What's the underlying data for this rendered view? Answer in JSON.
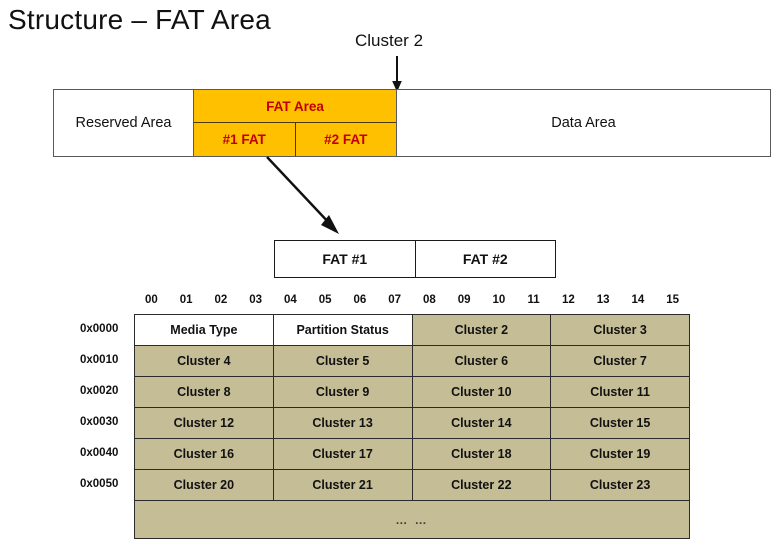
{
  "slide": {
    "title": "Structure – FAT Area"
  },
  "callout": {
    "cluster2_label": "Cluster 2"
  },
  "structure_bar": {
    "reserved_label": "Reserved Area",
    "fat_area_label": "FAT Area",
    "fat1_label": "#1 FAT",
    "fat2_label": "#2 FAT",
    "data_area_label": "Data Area",
    "colors": {
      "fat_fill": "#FFC000",
      "fat_text": "#C00000",
      "border": "#595959",
      "plain_fill": "#FFFFFF"
    }
  },
  "fat_pair": {
    "fat1_label": "FAT #1",
    "fat2_label": "FAT #2"
  },
  "offset_table": {
    "column_headers": [
      "00",
      "01",
      "02",
      "03",
      "04",
      "05",
      "06",
      "07",
      "08",
      "09",
      "10",
      "11",
      "12",
      "13",
      "14",
      "15"
    ],
    "row_offsets": [
      "0x0000",
      "0x0010",
      "0x0020",
      "0x0030",
      "0x0040",
      "0x0050"
    ],
    "rows": [
      {
        "offset": "0x0000",
        "cells": [
          {
            "text": "Media Type",
            "fill": "white"
          },
          {
            "text": "Partition Status",
            "fill": "white"
          },
          {
            "text": "Cluster 2",
            "fill": "tan"
          },
          {
            "text": "Cluster 3",
            "fill": "tan"
          }
        ]
      },
      {
        "offset": "0x0010",
        "cells": [
          {
            "text": "Cluster 4",
            "fill": "tan"
          },
          {
            "text": "Cluster 5",
            "fill": "tan"
          },
          {
            "text": "Cluster 6",
            "fill": "tan"
          },
          {
            "text": "Cluster 7",
            "fill": "tan"
          }
        ]
      },
      {
        "offset": "0x0020",
        "cells": [
          {
            "text": "Cluster 8",
            "fill": "tan"
          },
          {
            "text": "Cluster 9",
            "fill": "tan"
          },
          {
            "text": "Cluster 10",
            "fill": "tan"
          },
          {
            "text": "Cluster 11",
            "fill": "tan"
          }
        ]
      },
      {
        "offset": "0x0030",
        "cells": [
          {
            "text": "Cluster 12",
            "fill": "tan"
          },
          {
            "text": "Cluster 13",
            "fill": "tan"
          },
          {
            "text": "Cluster 14",
            "fill": "tan"
          },
          {
            "text": "Cluster 15",
            "fill": "tan"
          }
        ]
      },
      {
        "offset": "0x0040",
        "cells": [
          {
            "text": "Cluster 16",
            "fill": "tan"
          },
          {
            "text": "Cluster 17",
            "fill": "tan"
          },
          {
            "text": "Cluster 18",
            "fill": "tan"
          },
          {
            "text": "Cluster 19",
            "fill": "tan"
          }
        ]
      },
      {
        "offset": "0x0050",
        "cells": [
          {
            "text": "Cluster 20",
            "fill": "tan"
          },
          {
            "text": "Cluster 21",
            "fill": "tan"
          },
          {
            "text": "Cluster 22",
            "fill": "tan"
          },
          {
            "text": "Cluster 23",
            "fill": "tan"
          }
        ]
      }
    ],
    "continuation_row": "… …",
    "colors": {
      "cell_fill": "#C5BD96",
      "white_fill": "#FFFFFF",
      "border": "#2B2B2B"
    }
  },
  "icons": {
    "down_arrow": "down-arrow-icon",
    "diagonal_arrow": "diagonal-arrow-icon"
  }
}
